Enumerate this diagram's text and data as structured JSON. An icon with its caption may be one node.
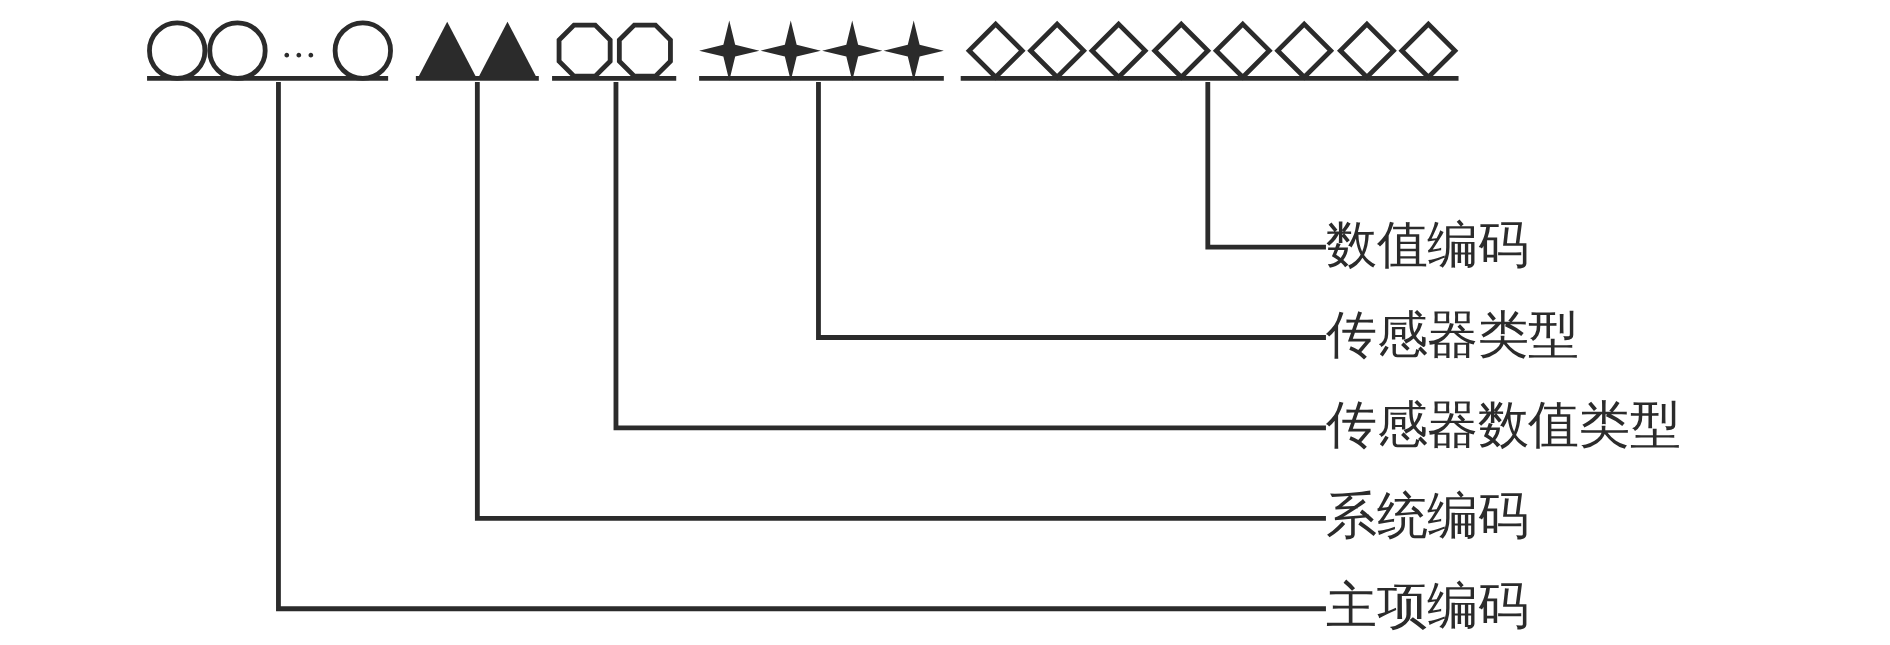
{
  "diagram": {
    "nodes": [
      {
        "text": [],
        "shape": "circle"
      },
      {
        "text": [],
        "shape": "triangle"
      },
      {
        "text": [],
        "shape": "octagon"
      },
      {
        "text": [],
        "shape": "star"
      },
      {
        "text": [],
        "shape": "diamond"
      },
      {
        "text": [
          "数值编码"
        ]
      },
      {
        "text": [
          "传感器类型"
        ]
      },
      {
        "text": [
          "传感器数值类型"
        ]
      },
      {
        "text": [
          "系统编码"
        ]
      },
      {
        "text": [
          "主项编码"
        ]
      }
    ],
    "edges": [
      {
        "from": 5,
        "to": 4,
        "arrow": "none"
      },
      {
        "from": 6,
        "to": 3,
        "arrow": "none"
      },
      {
        "from": 7,
        "to": 2,
        "arrow": "none"
      },
      {
        "from": 8,
        "to": 1,
        "arrow": "none"
      },
      {
        "from": 9,
        "to": 0,
        "arrow": "none"
      }
    ],
    "labels": [
      "…"
    ]
  }
}
